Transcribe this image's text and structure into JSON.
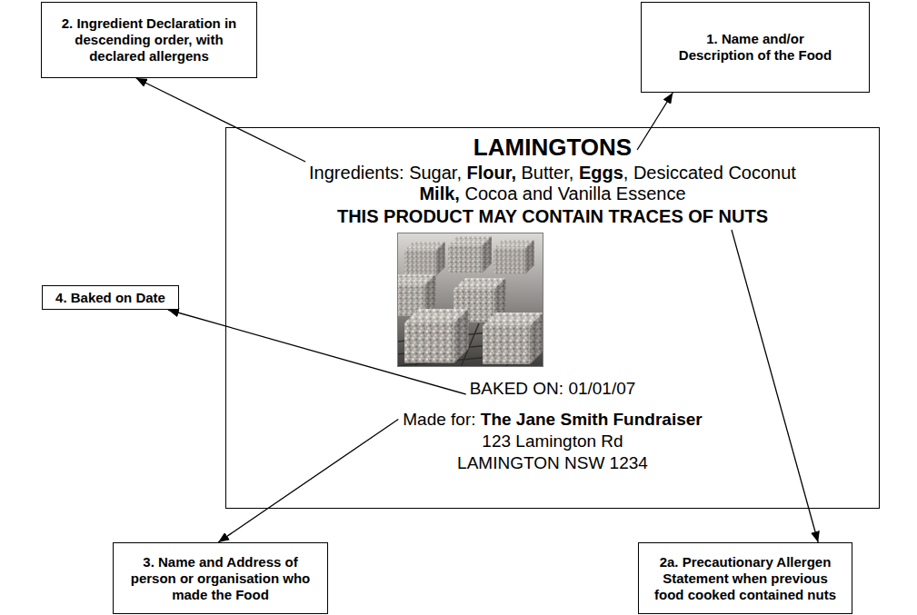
{
  "diagram": {
    "nodes": [
      {
        "text": [
          "2. Ingredient Declaration in descending order, with declared allergens"
        ]
      },
      {
        "text": [
          "1. Name and/or Description of the Food"
        ]
      },
      {
        "text": [
          "LAMINGTONS",
          "Ingredients: Sugar, Flour, Butter, Eggs, Desiccated Coconut Milk, Cocoa and Vanilla Essence",
          "THIS PRODUCT MAY CONTAIN TRACES OF NUTS",
          "BAKED ON: 01/01/07",
          "Made for: The Jane Smith Fundraiser",
          "123 Lamington Rd",
          "LAMINGTON NSW 1234"
        ]
      },
      {
        "text": [
          "4. Baked on Date"
        ]
      },
      {
        "text": [
          "3. Name and Address of person or organisation who made the Food"
        ]
      },
      {
        "text": [
          "2a. Precautionary Allergen Statement when previous food cooked contained nuts"
        ]
      }
    ],
    "edges": [
      {
        "from": 2,
        "to": 1,
        "arrow": "to"
      },
      {
        "from": 2,
        "to": 0,
        "arrow": "to"
      },
      {
        "from": 2,
        "to": 5,
        "arrow": "to"
      },
      {
        "from": 2,
        "to": 3,
        "arrow": "to"
      },
      {
        "from": 2,
        "to": 4,
        "arrow": "to"
      }
    ]
  }
}
